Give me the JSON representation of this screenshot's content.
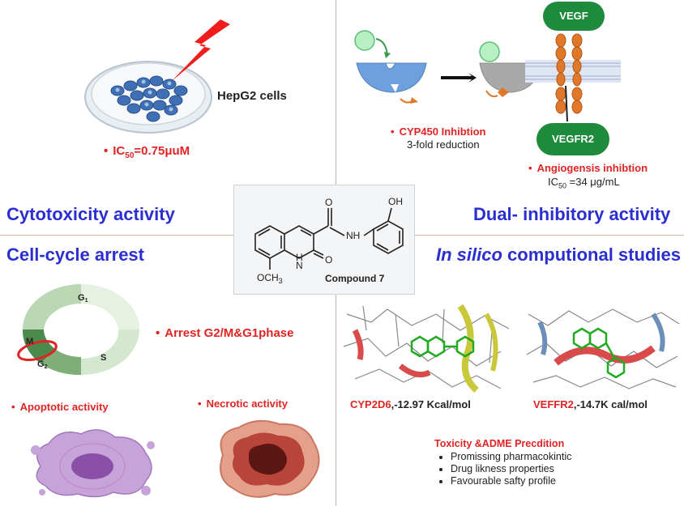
{
  "quadrants": {
    "cytotoxicity": {
      "heading": "Cytotoxicity activity",
      "cell_label": "HepG2 cells",
      "ic50_label": "IC",
      "ic50_sub": "50",
      "ic50_value": "=0.75μuM"
    },
    "dual_inhibitory": {
      "heading": "Dual- inhibitory activity",
      "cyp_label": "CYP450 Inhibtion",
      "cyp_note": "3-fold reduction",
      "vegf_label": "VEGF",
      "vegfr2_label": "VEGFR2",
      "angio_label": "Angiogensis inhibtion",
      "ic50_label": "IC",
      "ic50_sub": "50",
      "ic50_value": " =34 μg/mL"
    },
    "cell_cycle": {
      "heading": "Cell-cycle arrest",
      "phase_g1": "G",
      "phase_g1_sub": "1",
      "phase_s": "S",
      "phase_m": "M",
      "phase_g2": "G",
      "phase_g2_sub": "2",
      "arrest_label": "Arrest G2/M&G1phase",
      "apoptotic_label": "Apoptotic activity",
      "necrotic_label": "Necrotic activity"
    },
    "in_silico": {
      "heading_italic": "In silico",
      "heading_rest": " computional studies",
      "cyp_dock_label": "CYP2D6",
      "cyp_dock_value": ",-12.97 Kcal/mol",
      "vegfr_dock_label": "VEFFR2",
      "vegfr_dock_value": ",-14.7K cal/mol",
      "adme_title": "Toxicity &ADME Precdition",
      "adme_items": [
        "Promissing pharmacokintic",
        "Drug likness properties",
        "Favourable safty profile"
      ]
    }
  },
  "compound": {
    "name": "Compound 7",
    "atom_o1": "O",
    "atom_o2": "O",
    "atom_oh": "OH",
    "atom_nh": "NH",
    "atom_n": "N",
    "atom_h": "H",
    "atom_och3": "OCH",
    "atom_och3_sub": "3"
  },
  "colors": {
    "heading": "#2b2fd0",
    "accent_red": "#e02424",
    "divider": "#d8b49a",
    "vegf_green": "#1e8a3c",
    "receptor_orange": "#e0782a"
  },
  "icons": [
    "petri-dish-icon",
    "lightning-bolt-icon",
    "enzyme-pacman-icon",
    "arrow-right-icon",
    "receptor-icon",
    "cell-cycle-ring-icon",
    "apoptotic-cell-icon",
    "necrotic-cell-icon",
    "docking-pose-image"
  ]
}
